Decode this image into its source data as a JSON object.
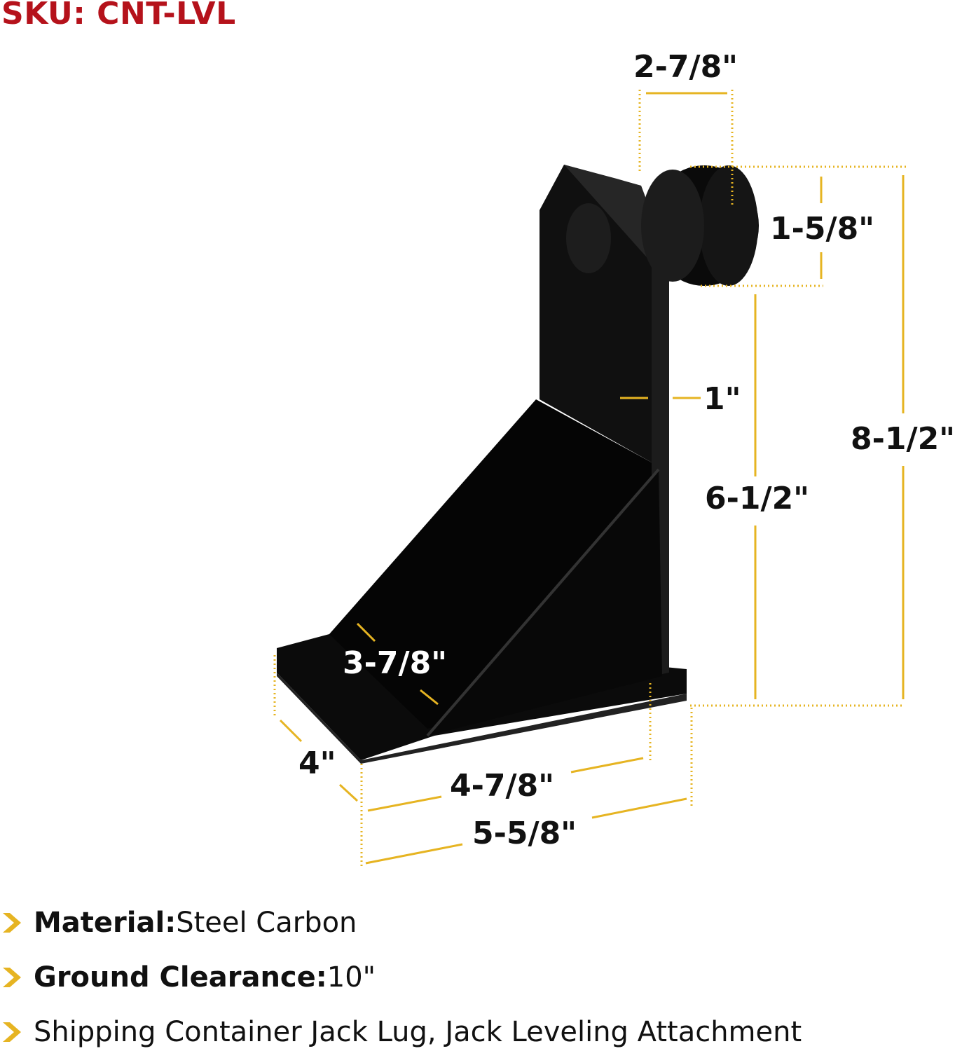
{
  "sku": "SKU: CNT-LVL",
  "colors": {
    "accent": "#e6b422",
    "sku": "#b5121b",
    "product": "#0d0d0d"
  },
  "dimensions": {
    "roller_width": "2-7/8\"",
    "roller_height": "1-5/8\"",
    "plate_thickness": "1\"",
    "overall_height": "8-1/2\"",
    "roller_to_base": "6-1/2\"",
    "gusset": "3-7/8\"",
    "base_depth": "4\"",
    "base_width_inner": "4-7/8\"",
    "base_width_overall": "5-5/8\""
  },
  "specs": [
    {
      "label": "Material:",
      "value": " Steel Carbon"
    },
    {
      "label": "Ground Clearance:",
      "value": " 10\""
    },
    {
      "label": "",
      "value": "Shipping Container Jack Lug, Jack Leveling Attachment"
    }
  ]
}
